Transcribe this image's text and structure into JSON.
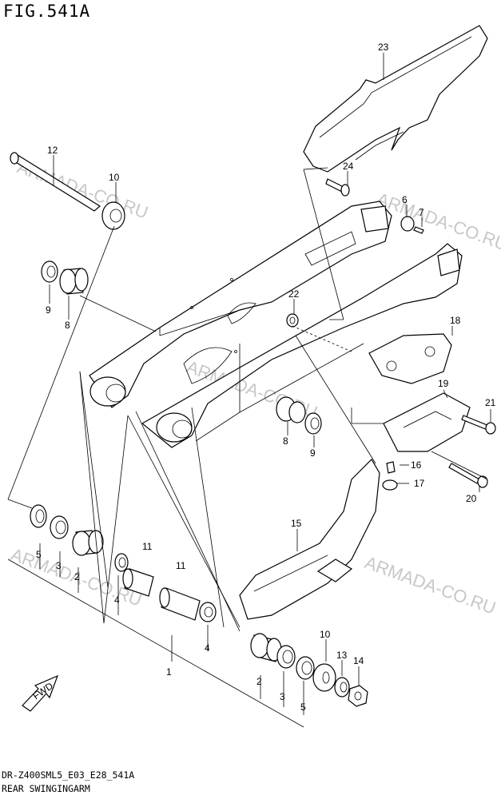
{
  "figure": {
    "title": "FIG.541A",
    "model_code": "DR-Z400SML5_E03_E28_541A",
    "caption": "REAR SWINGINGARM"
  },
  "watermark": "ARMADA-CO.RU",
  "fwd_label": "FWD",
  "callouts": [
    "1",
    "2",
    "2",
    "3",
    "3",
    "4",
    "4",
    "5",
    "5",
    "6",
    "7",
    "8",
    "8",
    "9",
    "9",
    "10",
    "10",
    "11",
    "11",
    "12",
    "13",
    "14",
    "15",
    "16",
    "17",
    "18",
    "19",
    "20",
    "21",
    "22",
    "23",
    "24"
  ]
}
